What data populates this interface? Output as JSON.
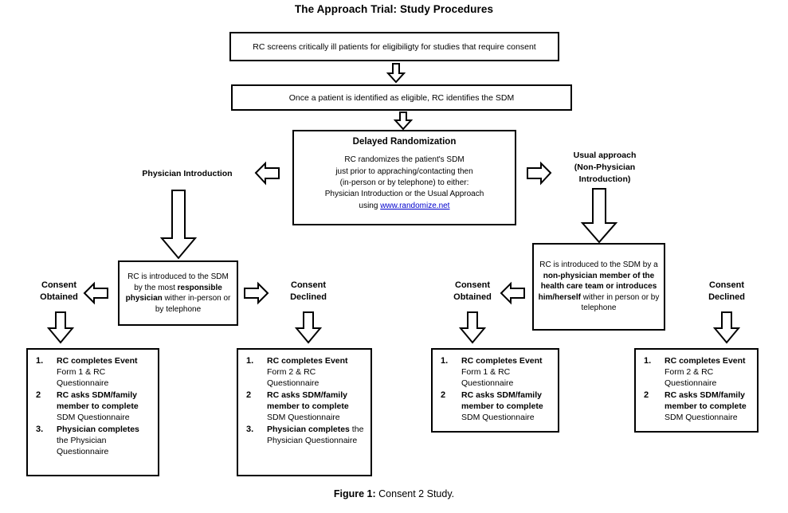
{
  "figure": {
    "title": "The Approach Trial: Study Procedures",
    "caption_label": "Figure 1:",
    "caption_text": " Consent 2 Study."
  },
  "flow": {
    "screening_box": {
      "text": "RC screens critically ill patients for eligibiligty for studies that require consent"
    },
    "identify_sdm_box": {
      "text": "Once a patient is identified as eligible, RC identifies the SDM"
    },
    "randomization_box": {
      "heading": "Delayed Randomization",
      "line1": "RC randomizes the patient's SDM",
      "line2": "just prior to appraching/contacting then",
      "line3": "(in-person or by telephone) to either:",
      "line4": "Physician Introduction or the Usual Approach",
      "line5_prefix": "using ",
      "link_text": "www.randomize.net  "
    },
    "branch_left_label": "Physician Introduction",
    "branch_right_label_line1": "Usual approach",
    "branch_right_label_line2": "(Non-Physician",
    "branch_right_label_line3": "Introduction)",
    "rc_physician_box": {
      "part1": "RC is introduced to the SDM by the most ",
      "bold": "responsible physician",
      "part2": " wither in-person or by telephone"
    },
    "rc_nonphysician_box": {
      "part1": "RC is introduced to the SDM by a ",
      "bold": "non-physician member of the health care team or introduces him/herself",
      "part2": " wither in person or by telephone"
    },
    "consent_labels": {
      "obtained_line1": "Consent",
      "obtained_line2": "Obtained",
      "declined_line1": "Consent",
      "declined_line2": "Declined"
    }
  },
  "outcomes": [
    {
      "id": "physician-consent-obtained",
      "items": [
        {
          "num": "1.",
          "bold": "RC completes Event",
          "normal": " Form 1 & RC Questionnaire"
        },
        {
          "num": "2",
          "bold": "RC asks SDM/family member to complete",
          "normal": " SDM Questionnaire"
        },
        {
          "num": "3.",
          "bold": "Physician completes",
          "normal": " the Physician Questionnaire"
        }
      ]
    },
    {
      "id": "physician-consent-declined",
      "items": [
        {
          "num": "1.",
          "bold": "RC completes Event",
          "normal": " Form 2 & RC Questionnaire"
        },
        {
          "num": "2",
          "bold": "RC asks SDM/family member to complete",
          "normal": " SDM Questionnaire"
        },
        {
          "num": "3.",
          "bold": "Physician completes",
          "normal": " the Physician Questionnaire"
        }
      ]
    },
    {
      "id": "nonphysician-consent-obtained",
      "items": [
        {
          "num": "1.",
          "bold": "RC completes Event",
          "normal": " Form 1 & RC Questionnaire"
        },
        {
          "num": "2",
          "bold": "RC asks SDM/family member to complete",
          "normal": " SDM Questionnaire"
        }
      ]
    },
    {
      "id": "nonphysician-consent-declined",
      "items": [
        {
          "num": "1.",
          "bold": "RC completes Event",
          "normal": " Form 2 & RC Questionnaire"
        },
        {
          "num": "2",
          "bold": "RC asks SDM/family member to complete",
          "normal": " SDM Questionnaire"
        }
      ]
    }
  ],
  "icons": {
    "arrow_down": "arrow-down-block-icon",
    "arrow_left": "arrow-left-block-icon",
    "arrow_right": "arrow-right-block-icon"
  },
  "colors": {
    "stroke": "#000000",
    "background": "#ffffff",
    "link": "#0000cc"
  }
}
